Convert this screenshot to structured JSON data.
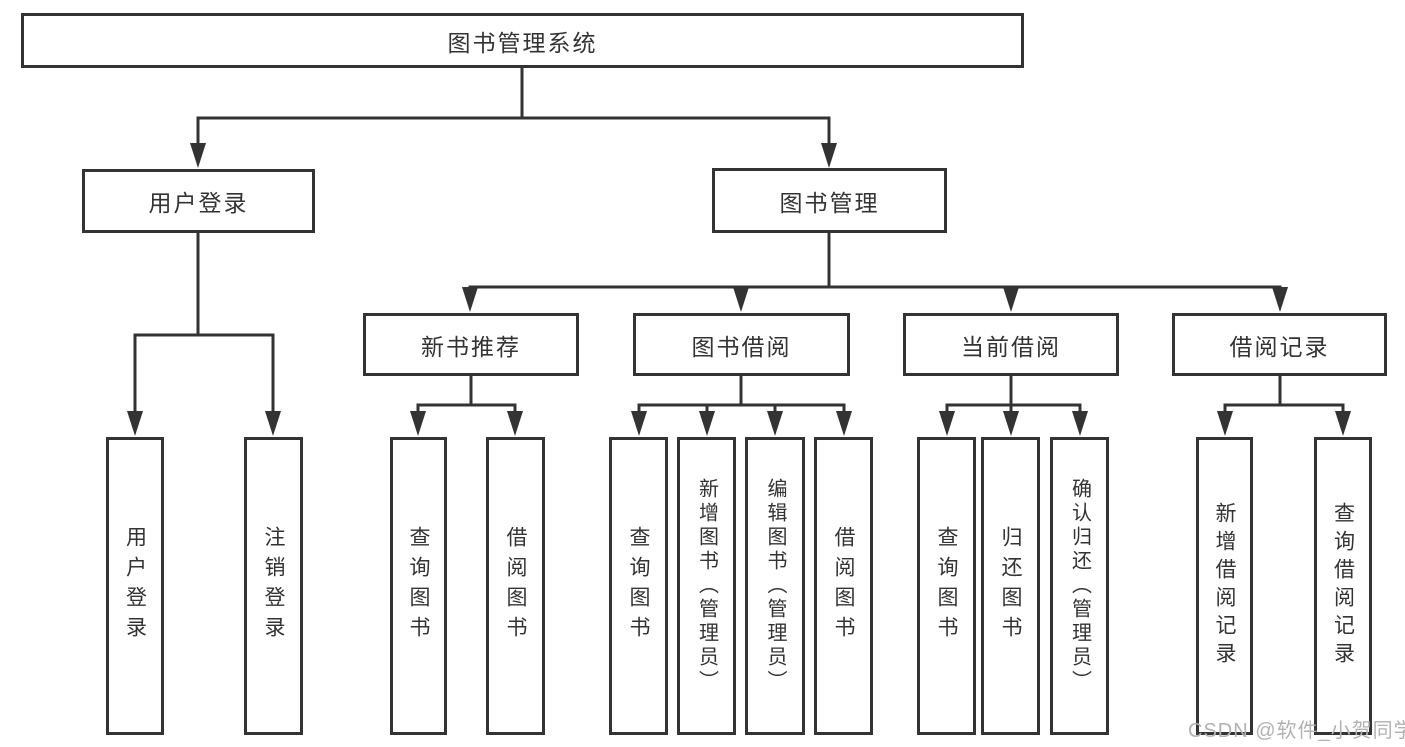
{
  "diagram_title": "图书管理系统",
  "nodes": {
    "root": {
      "label": "图书管理系统"
    },
    "level2": [
      {
        "label": "用户登录"
      },
      {
        "label": "图书管理"
      }
    ],
    "level3": [
      {
        "label": "新书推荐",
        "parent": "图书管理"
      },
      {
        "label": "图书借阅",
        "parent": "图书管理"
      },
      {
        "label": "当前借阅",
        "parent": "图书管理"
      },
      {
        "label": "借阅记录",
        "parent": "图书管理"
      }
    ],
    "leaves": [
      {
        "label": "用户登录",
        "parent": "用户登录"
      },
      {
        "label": "注销登录",
        "parent": "用户登录"
      },
      {
        "label": "查询图书",
        "parent": "新书推荐"
      },
      {
        "label": "借阅图书",
        "parent": "新书推荐"
      },
      {
        "label": "查询图书",
        "parent": "图书借阅"
      },
      {
        "label": "新增图书（管理员）",
        "parent": "图书借阅"
      },
      {
        "label": "编辑图书（管理员）",
        "parent": "图书借阅"
      },
      {
        "label": "借阅图书",
        "parent": "图书借阅"
      },
      {
        "label": "查询图书",
        "parent": "当前借阅"
      },
      {
        "label": "归还图书",
        "parent": "当前借阅"
      },
      {
        "label": "确认归还（管理员）",
        "parent": "当前借阅"
      },
      {
        "label": "新增借阅记录",
        "parent": "借阅记录"
      },
      {
        "label": "查询借阅记录",
        "parent": "借阅记录"
      }
    ]
  },
  "watermark": {
    "text": "CSDN @软件_小贺同学"
  },
  "colors": {
    "line": "#333333",
    "text": "#333333",
    "box_background": "#ffffff",
    "page_background": "#ffffff",
    "watermark": "#b2b2b2"
  }
}
